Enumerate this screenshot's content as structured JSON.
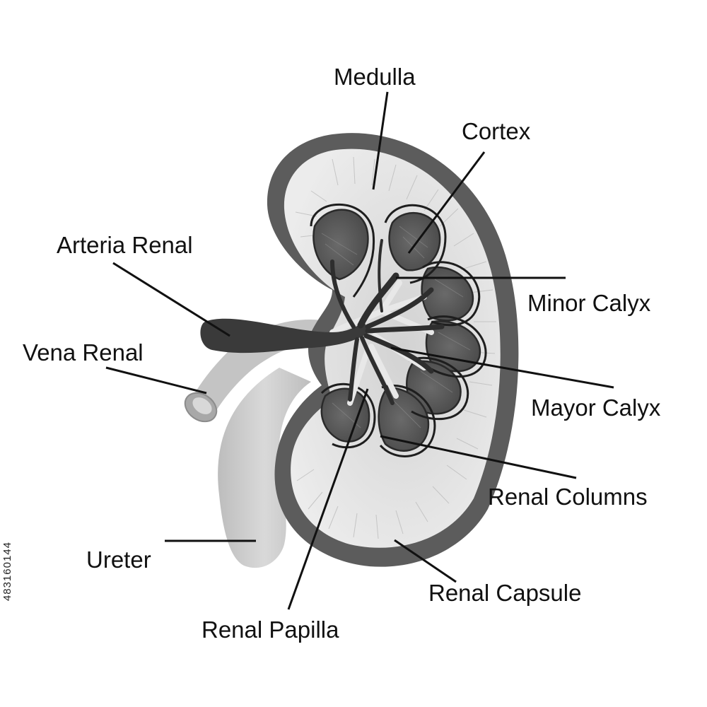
{
  "labels": {
    "medulla": "Medulla",
    "cortex": "Cortex",
    "arteria_renal": "Arteria Renal",
    "minor_calyx": "Minor Calyx",
    "vena_renal": "Vena Renal",
    "mayor_calyx": "Mayor Calyx",
    "renal_columns": "Renal Columns",
    "ureter": "Ureter",
    "renal_capsule": "Renal Capsule",
    "renal_papilla": "Renal Papilla"
  },
  "stock_id": "483160144",
  "colors": {
    "capsule": "#5a5a5a",
    "cortex_fill": "#e2e2e2",
    "pyramid": "#555555",
    "vessel_dark": "#3a3a3a",
    "ureter": "#cfcfcf",
    "text": "#111111"
  }
}
